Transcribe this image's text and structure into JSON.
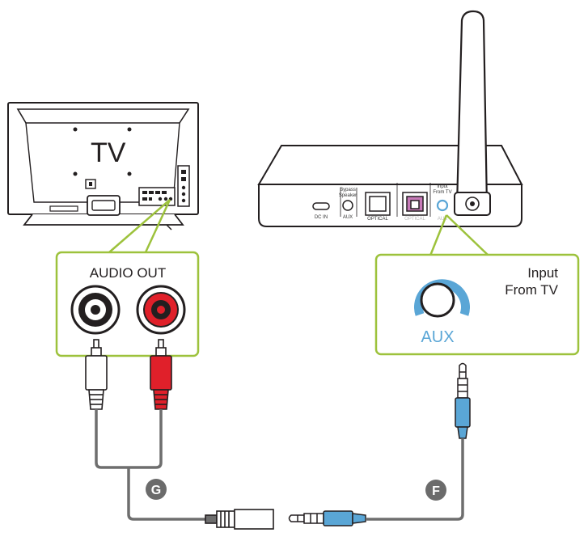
{
  "tv": {
    "label": "TV"
  },
  "tv_callout": {
    "title": "AUDIO OUT"
  },
  "transmitter": {
    "port_labels": {
      "dc_in": "DC IN",
      "bypass_speaker_line1": "Bypass",
      "bypass_speaker_line2": "Speaker",
      "aux_left": "AUX",
      "optical_left": "OPTICAL",
      "optical_right": "OPTICAL",
      "input_from_tv_line1": "Input",
      "input_from_tv_line2": "From TV",
      "aux_right": "AUX"
    }
  },
  "aux_callout": {
    "title_line1": "Input",
    "title_line2": "From TV",
    "port_label": "AUX"
  },
  "cables": {
    "rca_cable_badge": "G",
    "aux_cable_badge": "F"
  },
  "colors": {
    "callout_border": "#9dc23c",
    "aux_blue": "#5aa6d6",
    "rca_red": "#e0202a",
    "outline": "#231f20",
    "cable_grey": "#6e6e6e",
    "badge_grey": "#6b6b6b"
  }
}
